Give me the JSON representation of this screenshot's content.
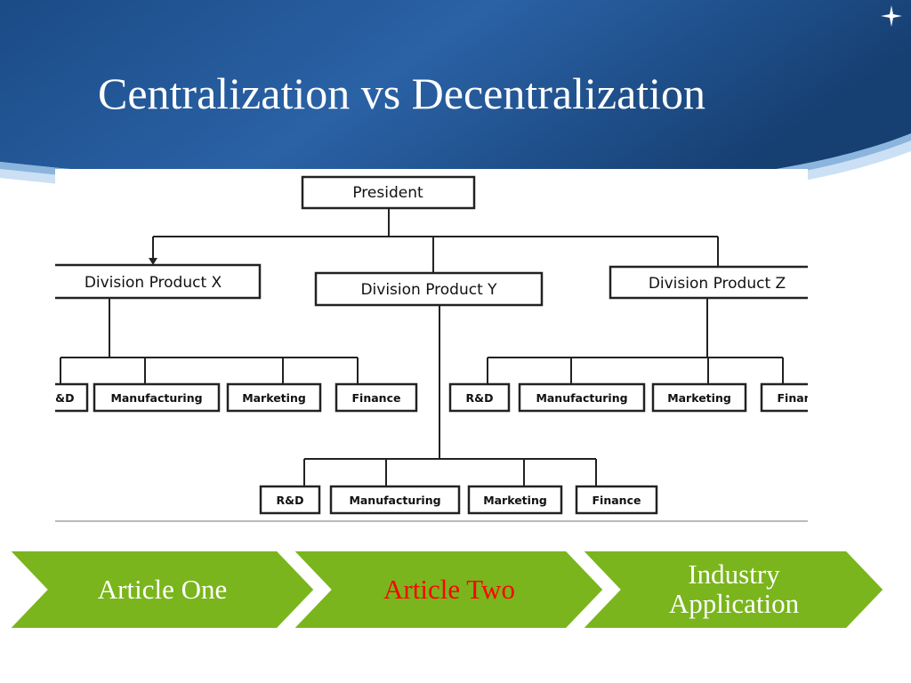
{
  "slide": {
    "title": "Centralization vs Decentralization"
  },
  "org_chart": {
    "president": "President",
    "divisions": [
      {
        "name": "Division Product X",
        "departments": [
          "R&D",
          "Manufacturing",
          "Marketing",
          "Finance"
        ]
      },
      {
        "name": "Division Product Y",
        "departments": [
          "R&D",
          "Manufacturing",
          "Marketing",
          "Finance"
        ]
      },
      {
        "name": "Division Product Z",
        "departments": [
          "R&D",
          "Manufacturing",
          "Marketing",
          "Finance"
        ]
      }
    ]
  },
  "steps": [
    {
      "label": "Article One",
      "color": "#ffffff"
    },
    {
      "label": "Article Two",
      "color": "#ff0000"
    },
    {
      "label": "Industry Application",
      "color": "#ffffff"
    }
  ],
  "theme": {
    "header_dark": "#163f72",
    "header_light": "#3f7fc2",
    "chevron_green": "#7ab51d",
    "chevron_edge": "#ffffff"
  }
}
